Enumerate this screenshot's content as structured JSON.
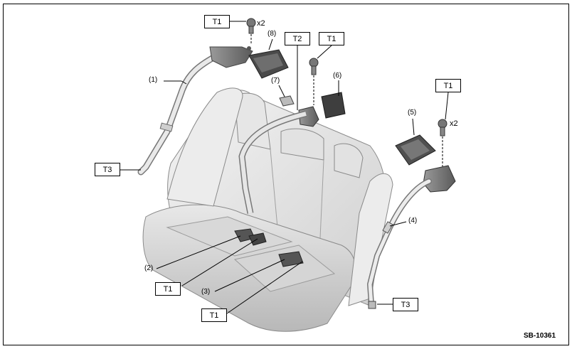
{
  "callouts": {
    "part_1": "(1)",
    "part_2": "(2)",
    "part_3": "(3)",
    "part_4": "(4)",
    "part_5": "(5)",
    "part_6": "(6)",
    "part_7": "(7)",
    "part_8": "(8)"
  },
  "torque_labels": {
    "t1_top_left": "T1",
    "t2_center": "T2",
    "t1_center": "T1",
    "t1_right": "T1",
    "t3_left": "T3",
    "t3_right": "T3",
    "t1_bottom_a": "T1",
    "t1_bottom_b": "T1"
  },
  "quantities": {
    "qty_left": "x2",
    "qty_right": "x2"
  },
  "figure_code": "SB-10361"
}
